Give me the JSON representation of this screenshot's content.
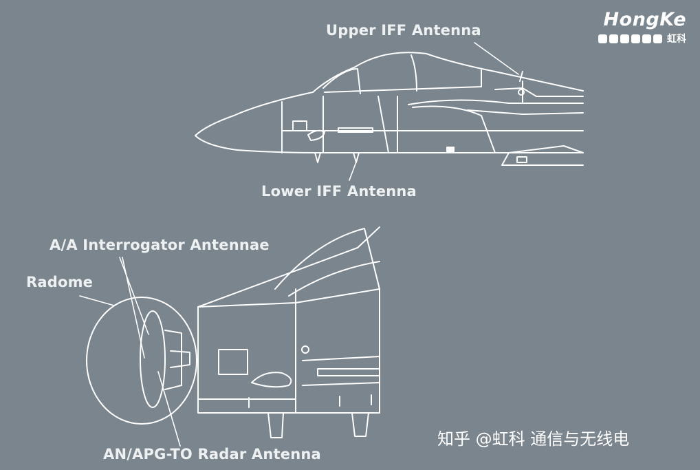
{
  "logo": {
    "brand": "HongKe",
    "brand_cn": "虹科"
  },
  "labels": {
    "upper_iff": "Upper IFF Antenna",
    "lower_iff": "Lower IFF Antenna",
    "aa_interrogator": "A/A Interrogator Antennae",
    "radome": "Radome",
    "radar": "AN/APG-TO Radar Antenna"
  },
  "watermark": {
    "text": "知乎 @虹科 通信与无线电"
  },
  "colors": {
    "background": "#7a858d",
    "line": "#ffffff",
    "text": "#eef1f2"
  }
}
